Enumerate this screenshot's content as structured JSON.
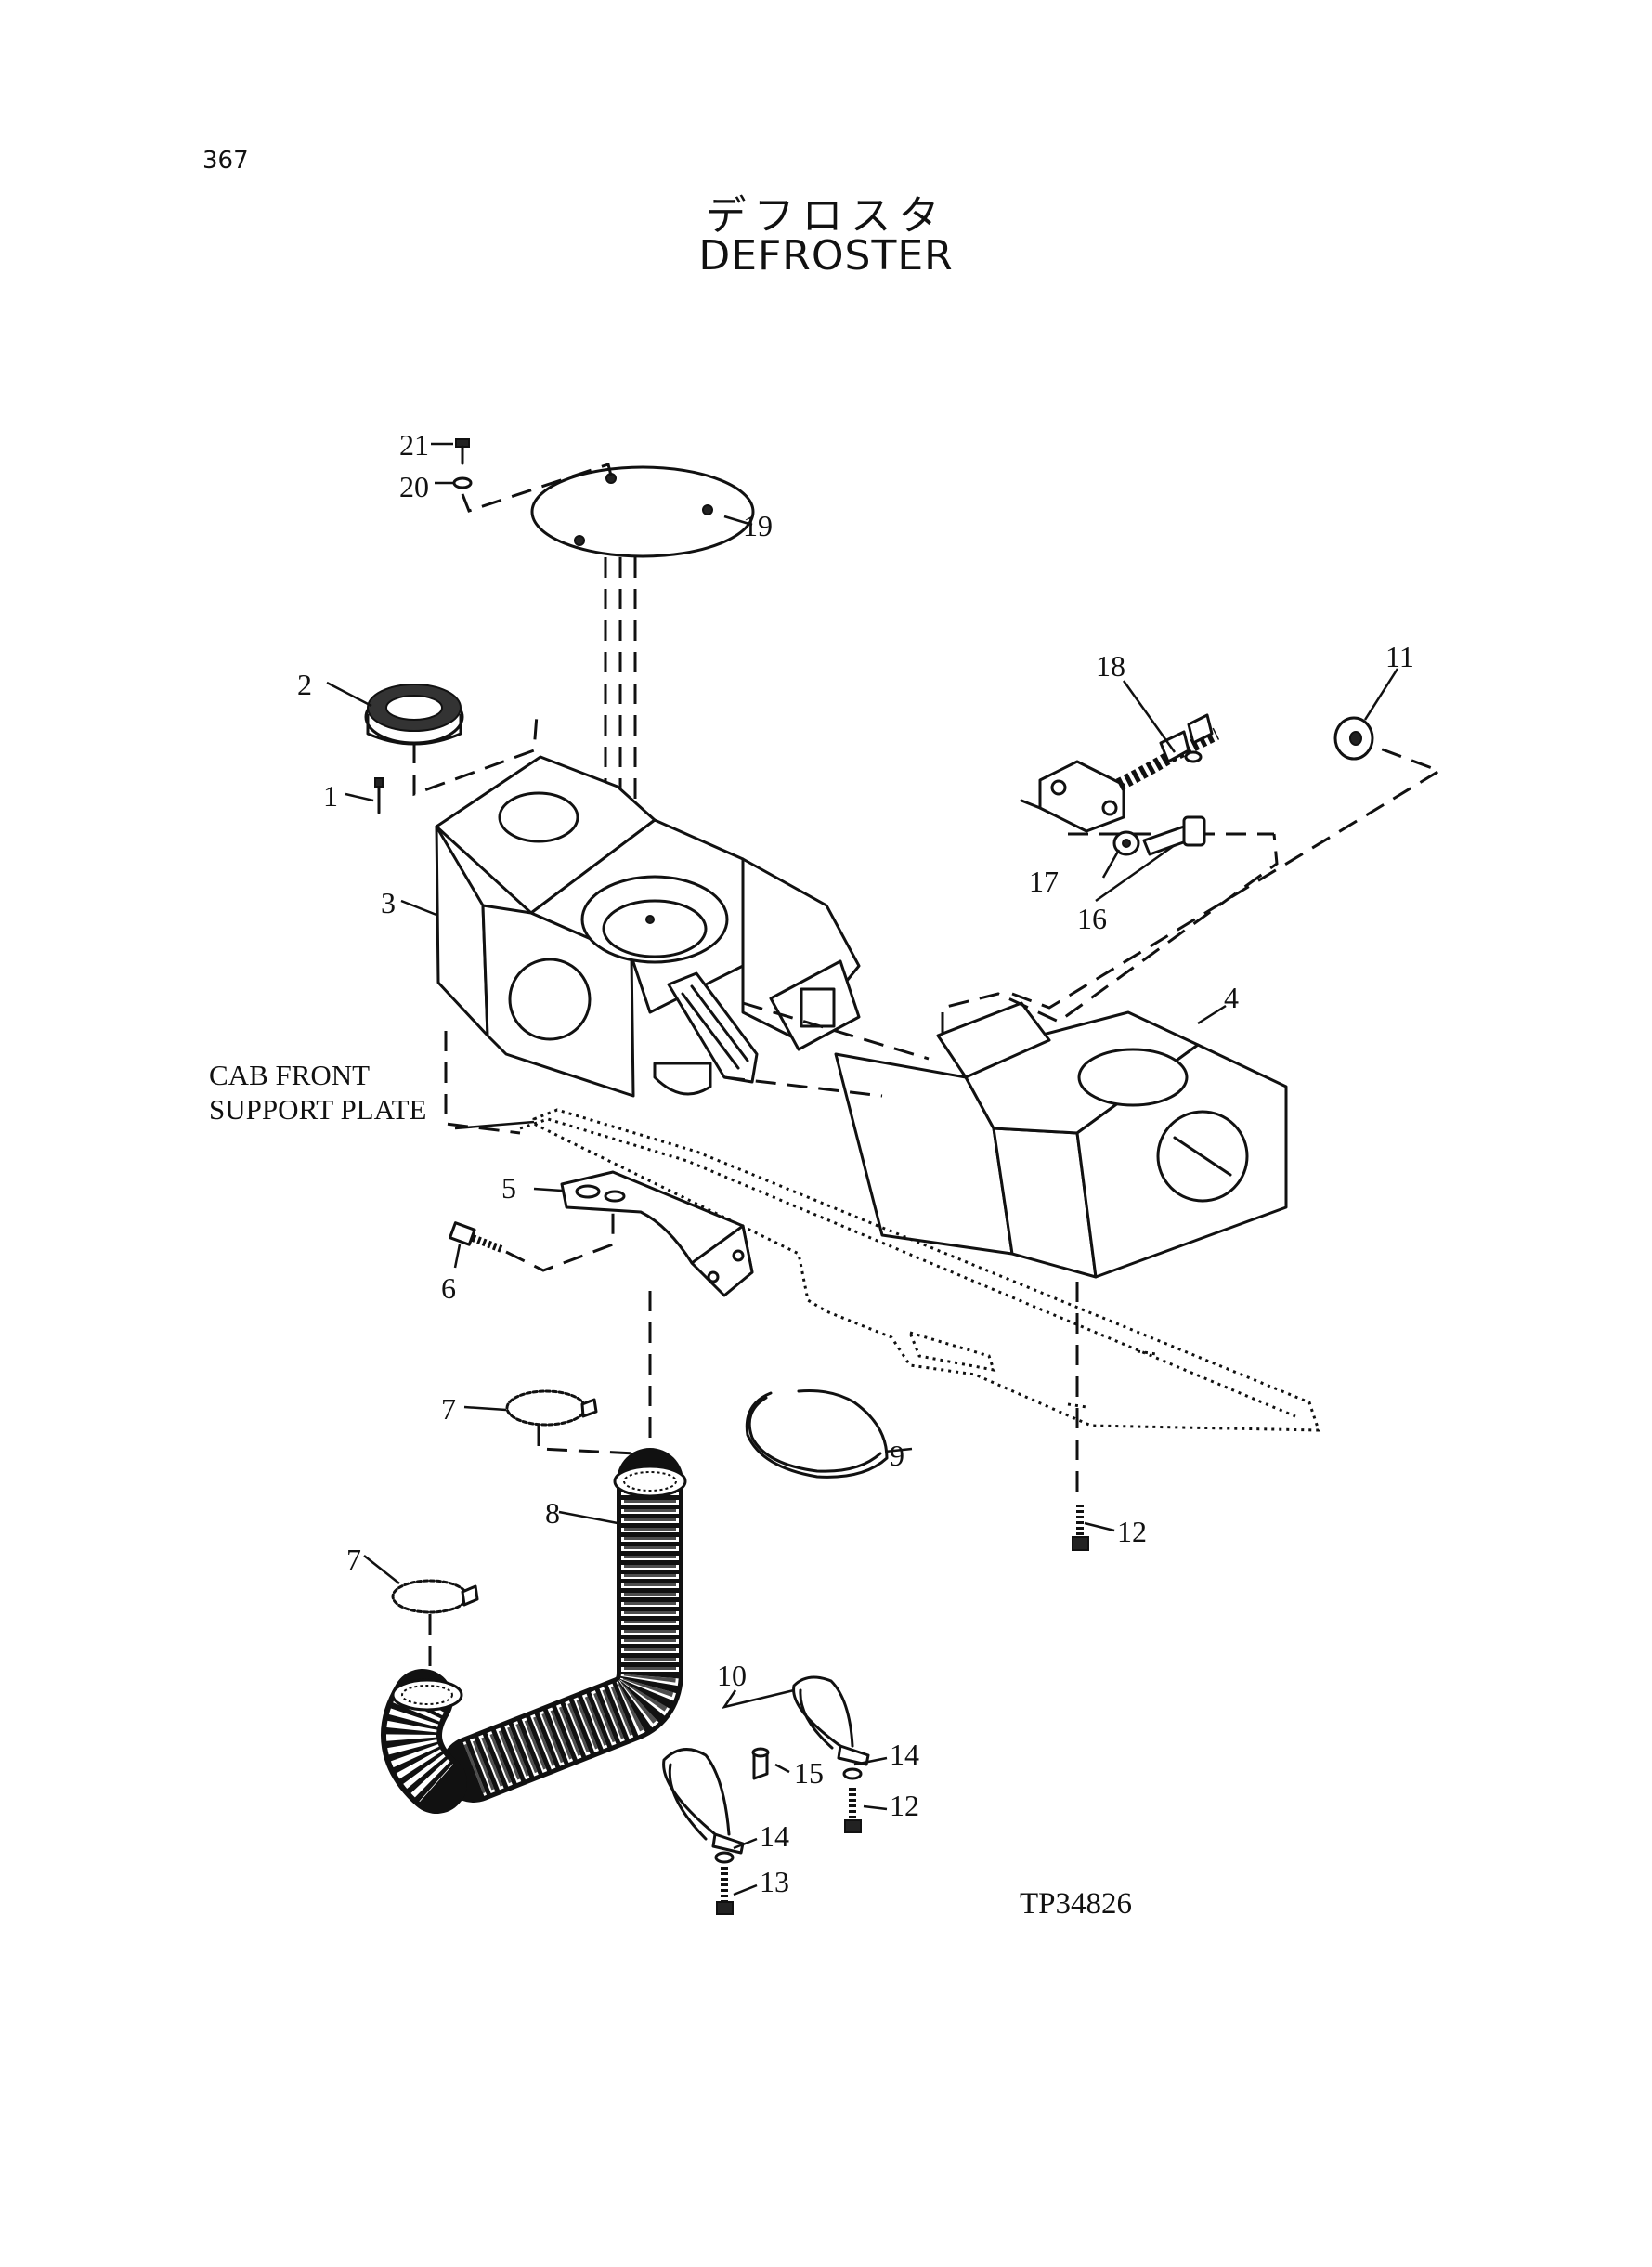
{
  "page": {
    "number": "367"
  },
  "title": {
    "japanese": "デフロスタ",
    "english": "DEFROSTER"
  },
  "diagram": {
    "reference_code": "TP34826",
    "note_cab_front_line1": "CAB FRONT",
    "note_cab_front_line2": "SUPPORT PLATE",
    "callouts": {
      "c1": "1",
      "c2": "2",
      "c3": "3",
      "c4": "4",
      "c5": "5",
      "c6": "6",
      "c7a": "7",
      "c7b": "7",
      "c8": "8",
      "c9": "9",
      "c10": "10",
      "c11": "11",
      "c12a": "12",
      "c12b": "12",
      "c13": "13",
      "c14a": "14",
      "c14b": "14",
      "c15": "15",
      "c16": "16",
      "c17": "17",
      "c18": "18",
      "c19": "19",
      "c20": "20",
      "c21": "21"
    }
  }
}
